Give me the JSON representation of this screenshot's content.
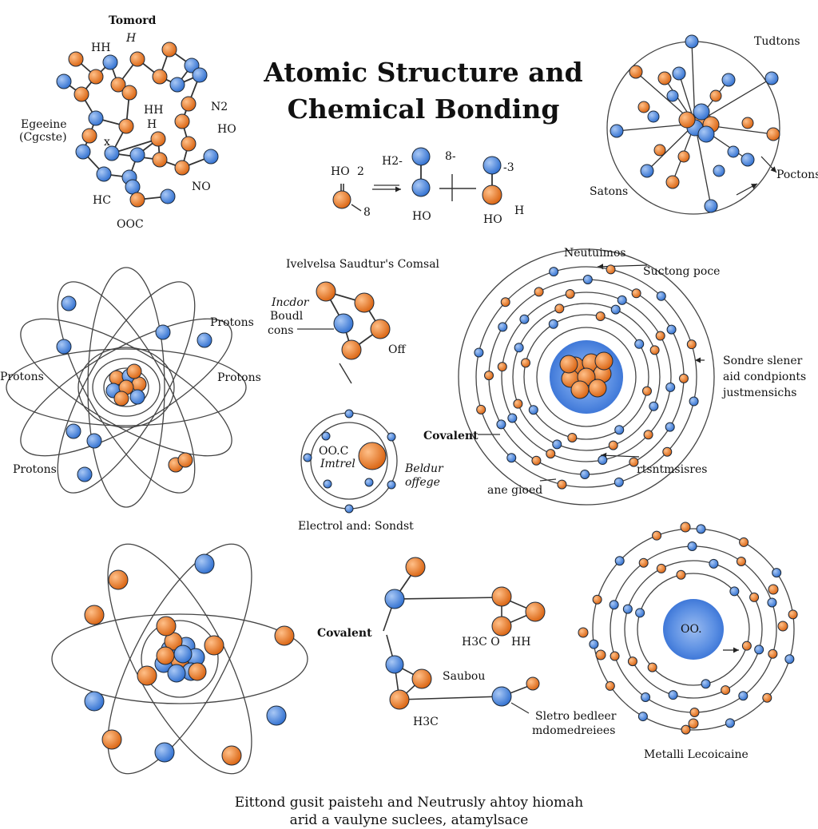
{
  "title": {
    "line1": "Atomic  Structure and",
    "line2": "Chemical Bonding"
  },
  "labels": {
    "tomord": "Tomord",
    "h_top": "H",
    "hh1": "HH",
    "egeeine": "Egeeine",
    "cgcste": "(Cgcste)",
    "x_mark": "x",
    "hh2": "HH",
    "h_mid": "H",
    "n2": "N2",
    "ho_left": "HO",
    "hc": "HC",
    "no": "NO",
    "ooc": "OOC",
    "tudtons": "Tudtons",
    "satons": "Satons",
    "poctons": "Poctons",
    "eq_ho": "HO",
    "eq_2": "2",
    "eq_8": "8",
    "eq_h2": "H2-",
    "eq_8minus": "8-",
    "eq_ho2": "HO",
    "eq_3": "-3",
    "eq_ho3": "HO",
    "eq_h": "H",
    "ivelvelsa": "Ivelvelsa  Saudtur's Comsal",
    "incdor": "Incdor",
    "boudl": "Boudl",
    "cons": "cons",
    "off": "Off",
    "protons_a": "Protons",
    "protons_b": "Protons",
    "protons_c": "Protons",
    "protons_d": "Protons",
    "neutuimos": "Neutuimos",
    "suctong": "Suctong poce",
    "sondre1": "Sondre slener",
    "sondre2": "aid condpionts",
    "sondre3": "justmensichs",
    "covalent1": "Covalent",
    "ooc2": "OO.C",
    "imtrel": "Imtrel",
    "beldur": "Beldur",
    "offege": "offege",
    "rtsnt": "rtsntmsisres",
    "ane_gioed": "ane gioed",
    "electrol": "Electrol and: Sondst",
    "covalent2": "Covalent",
    "h3co": "H3C O",
    "hh3": "HH",
    "saubou": "Saubou",
    "h3c": "H3C",
    "sletro1": "Sletro bedleer",
    "sletro2": "mdomedreiees",
    "ooc3": "OO.",
    "metalli": "Metalli Lecoicaine"
  },
  "footer": {
    "line1": "Eittond gusit paistehı and Neutrusly ahtoy hiomah",
    "line2": "arid a vaulyne suclees, atamylsace"
  },
  "colors": {
    "blue": "#4a88e0",
    "orange": "#ee7d2a",
    "line": "#333333",
    "nucleus_glow": "#6f9ee8"
  }
}
